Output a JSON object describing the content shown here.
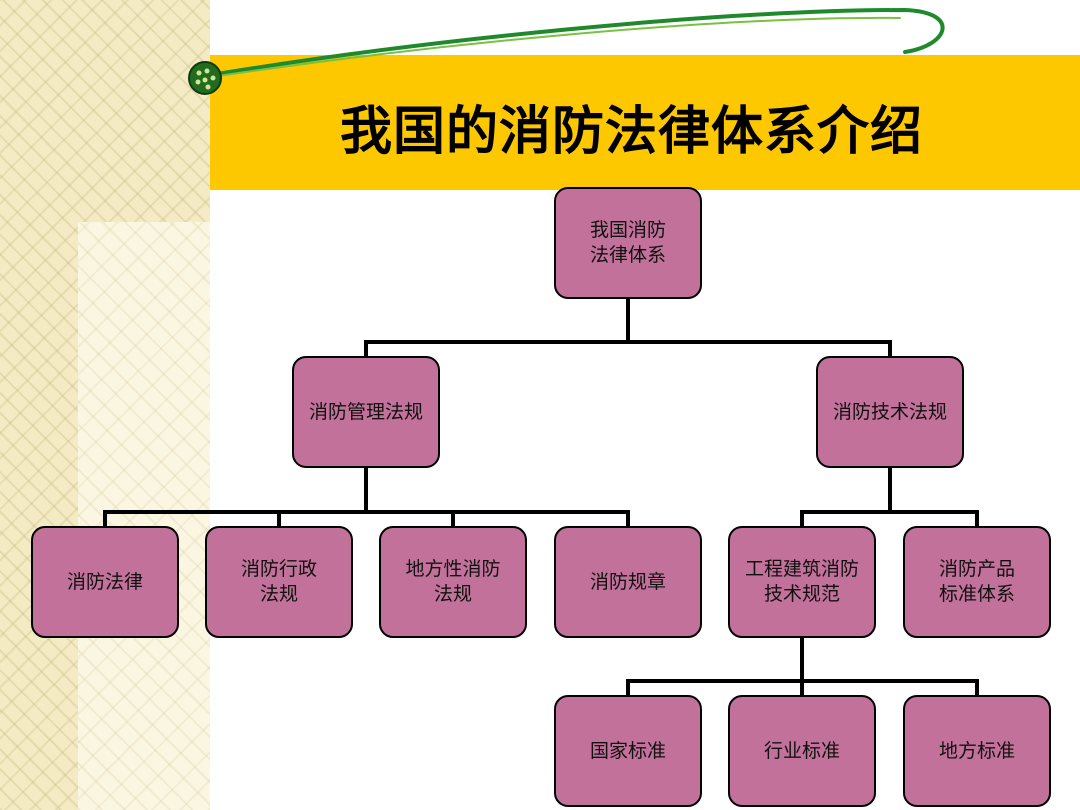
{
  "slide": {
    "title": "我国的消防法律体系介绍"
  },
  "colors": {
    "title_band": "#fdc800",
    "node_fill": "#c2719a",
    "node_border": "#000000",
    "connector": "#000000",
    "decor_line": "#1e8a2c"
  },
  "diagram": {
    "root": "我国消防\n法律体系",
    "level1": {
      "management": "消防管理法规",
      "technical": "消防技术法规"
    },
    "management_children": [
      "消防法律",
      "消防行政\n法规",
      "地方性消防\n法规",
      "消防规章"
    ],
    "technical_children": [
      "工程建筑消防\n技术规范",
      "消防产品\n标准体系"
    ],
    "engineering_children": [
      "国家标准",
      "行业标准",
      "地方标准"
    ]
  }
}
